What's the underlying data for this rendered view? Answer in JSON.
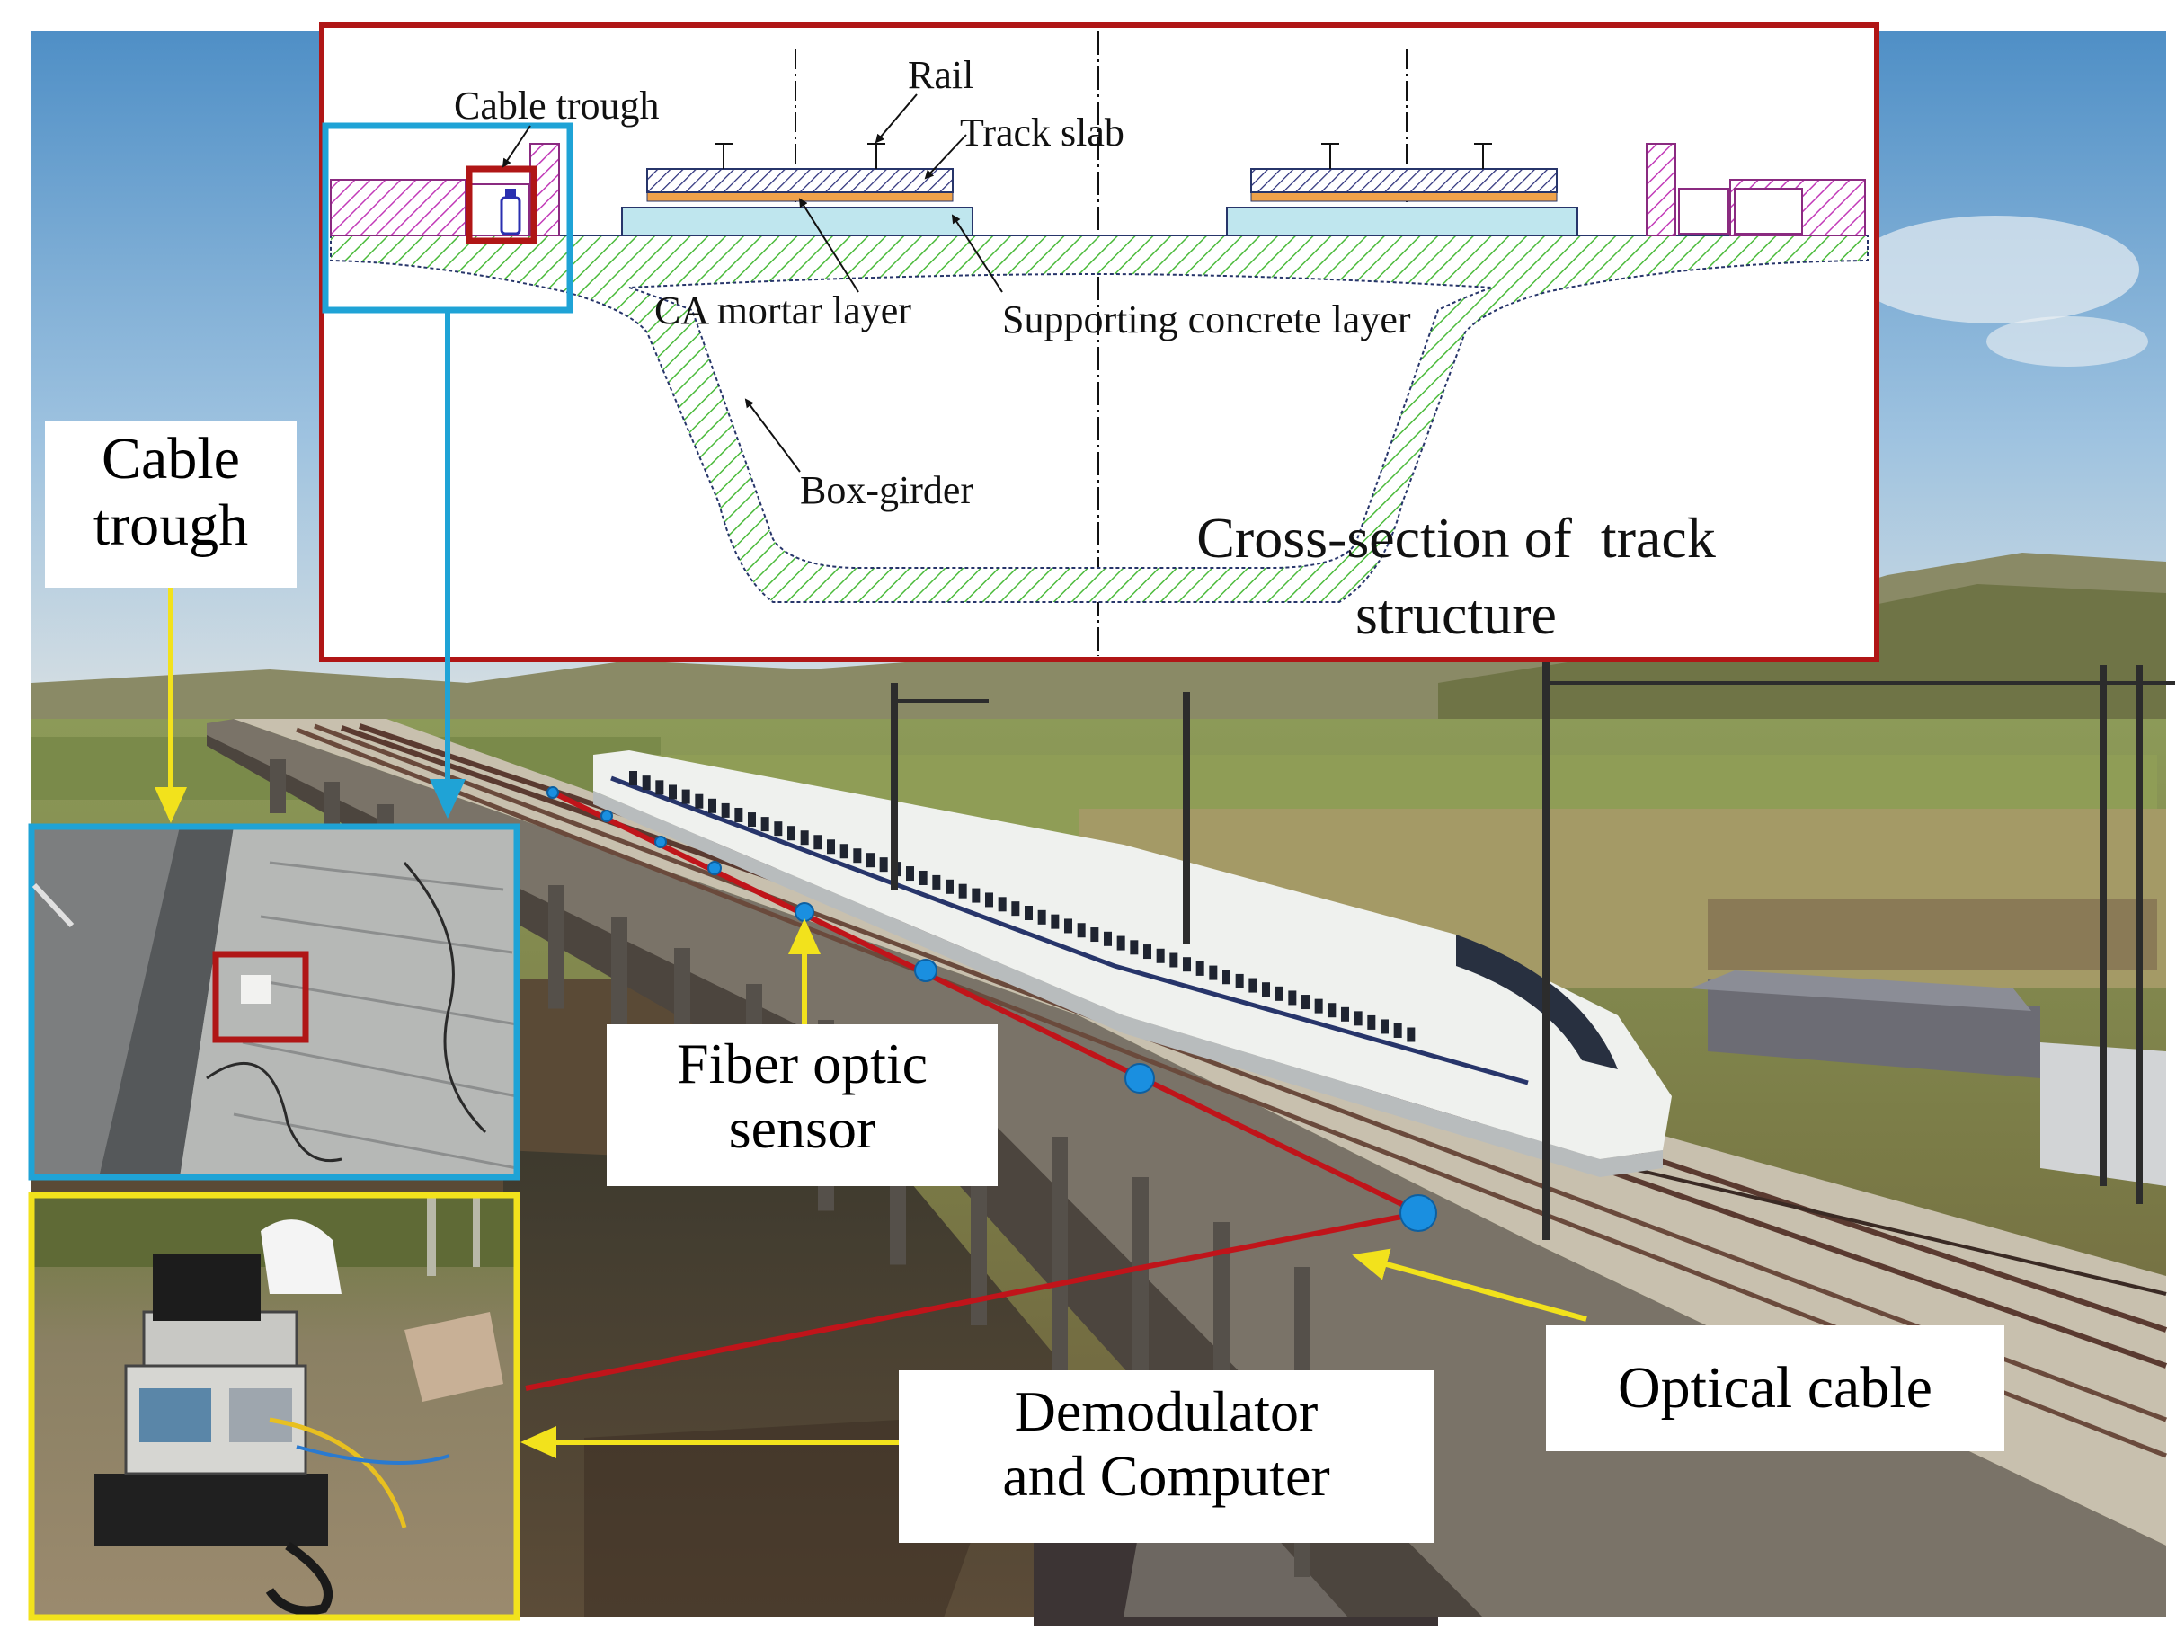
{
  "cross_section": {
    "title_line1": "Cross-section of  track",
    "title_line2": "structure",
    "labels": {
      "cable_trough": "Cable trough",
      "rail": "Rail",
      "track_slab": "Track slab",
      "ca_mortar": "CA mortar layer",
      "supporting_concrete": "Supporting concrete layer",
      "box_girder": "Box-girder"
    }
  },
  "callouts": {
    "cable_trough_line1": "Cable",
    "cable_trough_line2": "trough",
    "fiber_sensor_line1": "Fiber optic",
    "fiber_sensor_line2": "sensor",
    "optical_cable": "Optical cable",
    "demodulator_line1": "Demodulator",
    "demodulator_line2": "and Computer"
  },
  "colors": {
    "red_frame": "#b01616",
    "blue_frame": "#1fa3d6",
    "yellow_frame": "#f2e21c",
    "sensor_dot": "#1a8fe0",
    "cable_line": "#c0141a",
    "hatch_green": "#4cbb3c",
    "hatch_pink": "#c23bb8"
  }
}
